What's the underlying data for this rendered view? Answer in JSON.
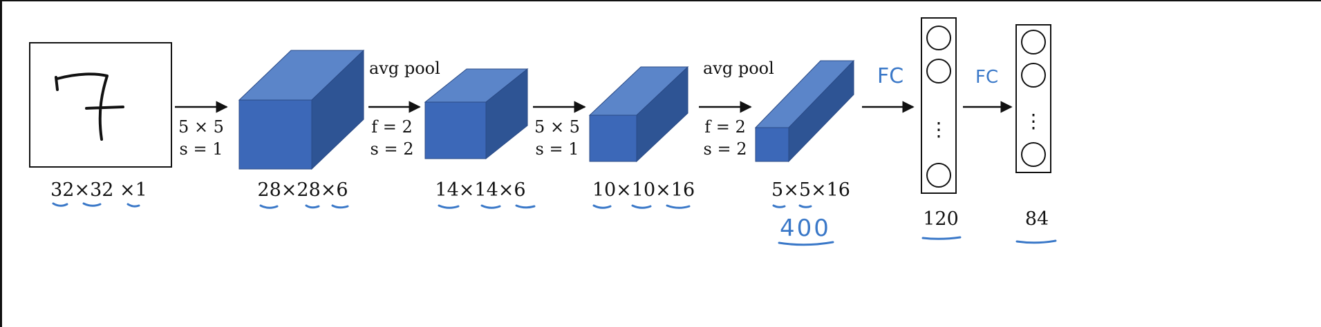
{
  "colors": {
    "cube_front": "#3c68b8",
    "cube_top": "#5b85c9",
    "cube_side": "#2e5494",
    "cube_edge": "#2a4a86",
    "ink": "#111111",
    "pen_blue": "#3a78c8"
  },
  "input": {
    "digit": "7",
    "dims": "32×32 ×1"
  },
  "volumes": [
    {
      "dims": "28×28×6"
    },
    {
      "dims": "14×14×6"
    },
    {
      "dims": "10×10×16"
    },
    {
      "dims": "5×5×16",
      "note": "400"
    }
  ],
  "ops": [
    {
      "title": "",
      "line1": "5 × 5",
      "line2": "s = 1"
    },
    {
      "title": "avg pool",
      "line1": "f = 2",
      "line2": "s = 2"
    },
    {
      "title": "",
      "line1": "5 × 5",
      "line2": "s = 1"
    },
    {
      "title": "avg pool",
      "line1": "f = 2",
      "line2": "s = 2"
    }
  ],
  "fc_labels": [
    "FC",
    "FC"
  ],
  "fc_layers": [
    {
      "units": "120",
      "ellipsis": "⋮"
    },
    {
      "units": "84",
      "ellipsis": "⋮"
    }
  ]
}
